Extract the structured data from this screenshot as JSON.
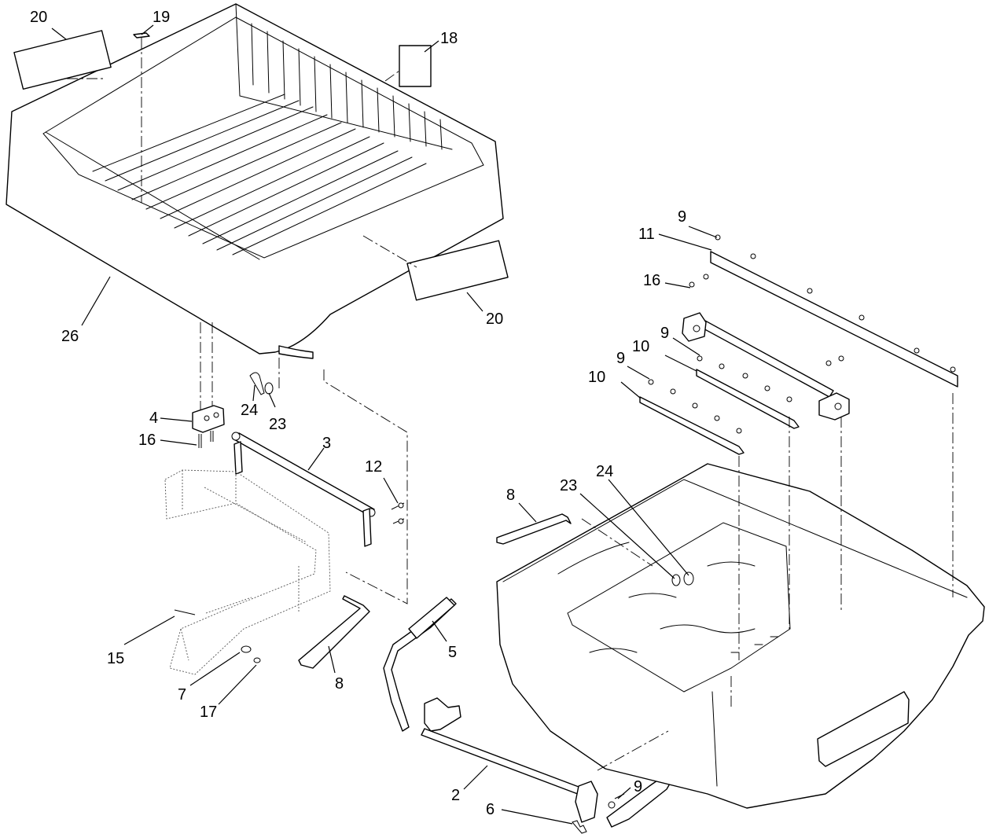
{
  "callouts": [
    {
      "id": "c20a",
      "label": "20"
    },
    {
      "id": "c19",
      "label": "19"
    },
    {
      "id": "c18",
      "label": "18"
    },
    {
      "id": "c20b",
      "label": "20"
    },
    {
      "id": "c26",
      "label": "26"
    },
    {
      "id": "c9a",
      "label": "9"
    },
    {
      "id": "c11",
      "label": "11"
    },
    {
      "id": "c16a",
      "label": "16"
    },
    {
      "id": "c9b",
      "label": "9"
    },
    {
      "id": "c10a",
      "label": "10"
    },
    {
      "id": "c9c",
      "label": "9"
    },
    {
      "id": "c10b",
      "label": "10"
    },
    {
      "id": "c4",
      "label": "4"
    },
    {
      "id": "c24a",
      "label": "24"
    },
    {
      "id": "c23a",
      "label": "23"
    },
    {
      "id": "c16b",
      "label": "16"
    },
    {
      "id": "c3",
      "label": "3"
    },
    {
      "id": "c12",
      "label": "12"
    },
    {
      "id": "c8a",
      "label": "8"
    },
    {
      "id": "c23b",
      "label": "23"
    },
    {
      "id": "c24b",
      "label": "24"
    },
    {
      "id": "c15",
      "label": "15"
    },
    {
      "id": "c5",
      "label": "5"
    },
    {
      "id": "c7",
      "label": "7"
    },
    {
      "id": "c8b",
      "label": "8"
    },
    {
      "id": "c17",
      "label": "17"
    },
    {
      "id": "c2",
      "label": "2"
    },
    {
      "id": "c9d",
      "label": "9"
    },
    {
      "id": "c6",
      "label": "6"
    }
  ]
}
